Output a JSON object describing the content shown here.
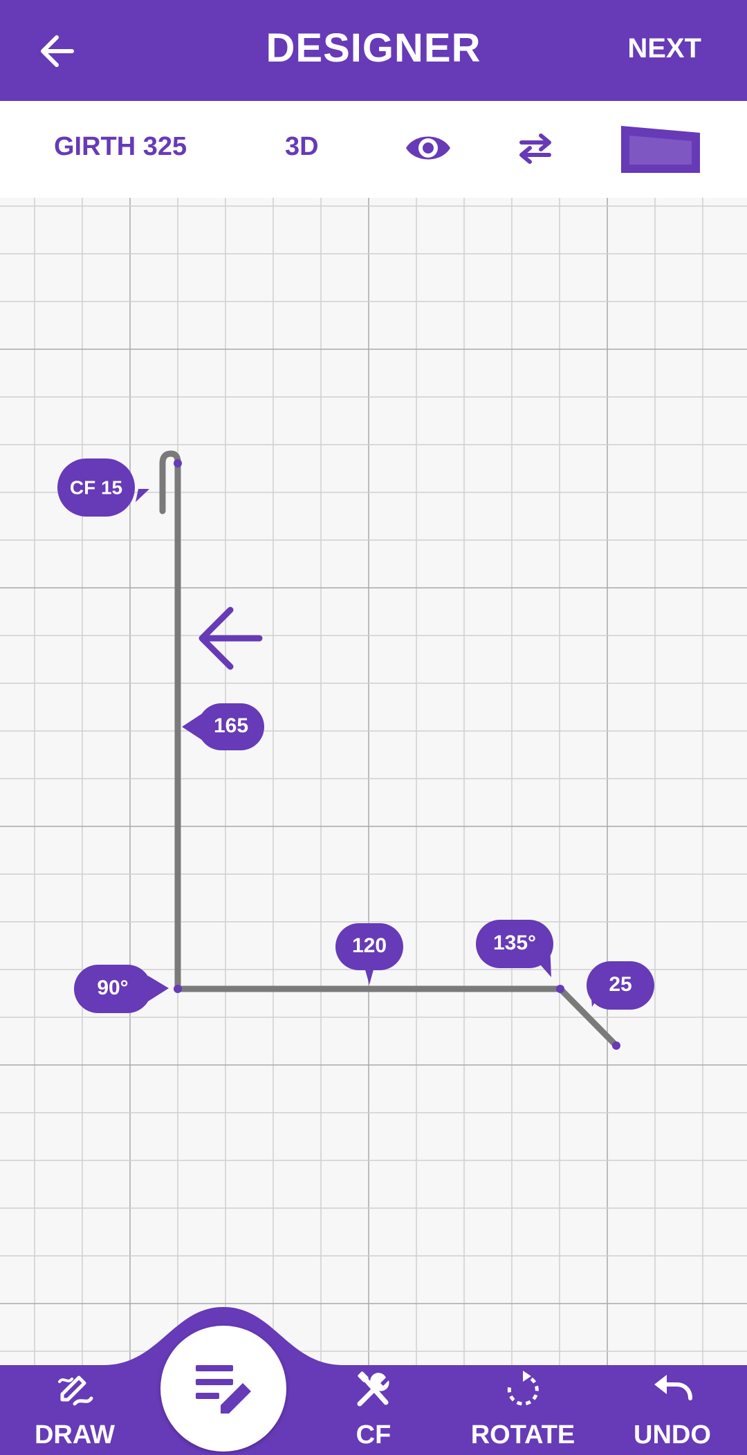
{
  "header": {
    "title": "DESIGNER",
    "next_label": "NEXT",
    "back_icon": "arrow-left-icon"
  },
  "toolbar": {
    "girth_label": "GIRTH 325",
    "three_d_label": "3D",
    "view_icon": "eye-icon",
    "flip_icon": "swap-arrows-icon",
    "shape_icon": "trapezoid-shape-icon"
  },
  "drawing": {
    "crush_fold_label": "CF 15",
    "segment_1_length": "165",
    "segment_2_length": "120",
    "segment_3_length": "25",
    "angle_1": "90°",
    "angle_2": "135°",
    "direction_icon": "arrow-left-icon"
  },
  "bottom_nav": {
    "draw_label": "DRAW",
    "cf_label": "CF",
    "rotate_label": "ROTATE",
    "undo_label": "UNDO",
    "fab_icon": "edit-notes-icon"
  },
  "colors": {
    "primary": "#673ab7",
    "line": "#7a7a7a",
    "grid": "#c8c8c8",
    "background": "#f7f7f7"
  }
}
